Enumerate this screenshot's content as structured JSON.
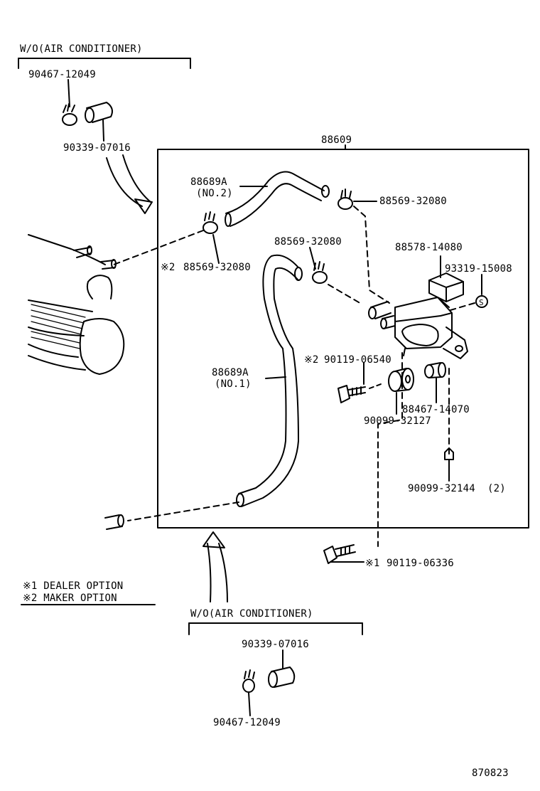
{
  "groups": {
    "top_wo_ac": "W/O(AIR CONDITIONER)",
    "bottom_wo_ac": "W/O(AIR CONDITIONER)"
  },
  "parts": {
    "clip_top_left": "90467-12049",
    "hose_top_left": "90339-07016",
    "assembly": "88609",
    "hose_no2_part": "88689A",
    "hose_no2_suffix": "(NO.2)",
    "clamp_top_right": "88569-32080",
    "clamp_left_marker": "※2",
    "clamp_left": "88569-32080",
    "clamp_mid": "88569-32080",
    "valve": "88578-14080",
    "connector": "93319-15008",
    "bolt_maker_marker": "※2",
    "bolt_maker": "90119-06540",
    "hose_no1_part": "88689A",
    "hose_no1_suffix": "(NO.1)",
    "grommet": "90099-32127",
    "collar": "88467-14070",
    "nut": "90099-32144",
    "nut_qty": "(2)",
    "bolt_dealer_marker": "※1",
    "bolt_dealer": "90119-06336",
    "hose_bottom": "90339-07016",
    "clip_bottom": "90467-12049"
  },
  "legend": {
    "item1": "※1 DEALER OPTION",
    "item2": "※2 MAKER OPTION"
  },
  "ref_no": "870823"
}
